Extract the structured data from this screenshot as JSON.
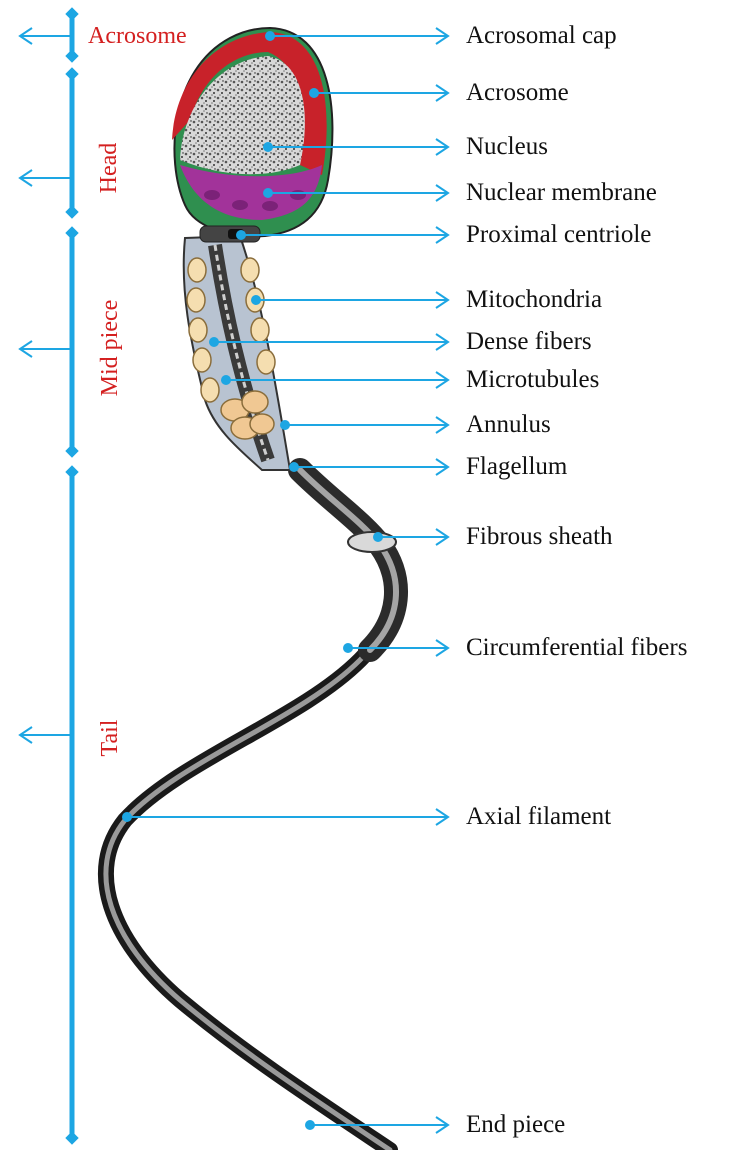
{
  "colors": {
    "pointer": "#1da6e3",
    "region_label": "#d42020",
    "part_label": "#111111"
  },
  "regions": {
    "acrosome": "Acrosome",
    "head": "Head",
    "mid_piece": "Mid piece",
    "tail": "Tail"
  },
  "parts": {
    "acrosomal_cap": "Acrosomal cap",
    "acrosome": "Acrosome",
    "nucleus": "Nucleus",
    "nuclear_membrane": "Nuclear membrane",
    "proximal_centriole": "Proximal centriole",
    "mitochondria": "Mitochondria",
    "dense_fibers": "Dense fibers",
    "microtubules": "Microtubules",
    "annulus": "Annulus",
    "flagellum": "Flagellum",
    "fibrous_sheath": "Fibrous sheath",
    "circumferential_fibers": "Circumferential fibers",
    "axial_filament": "Axial filament",
    "end_piece": "End piece"
  }
}
